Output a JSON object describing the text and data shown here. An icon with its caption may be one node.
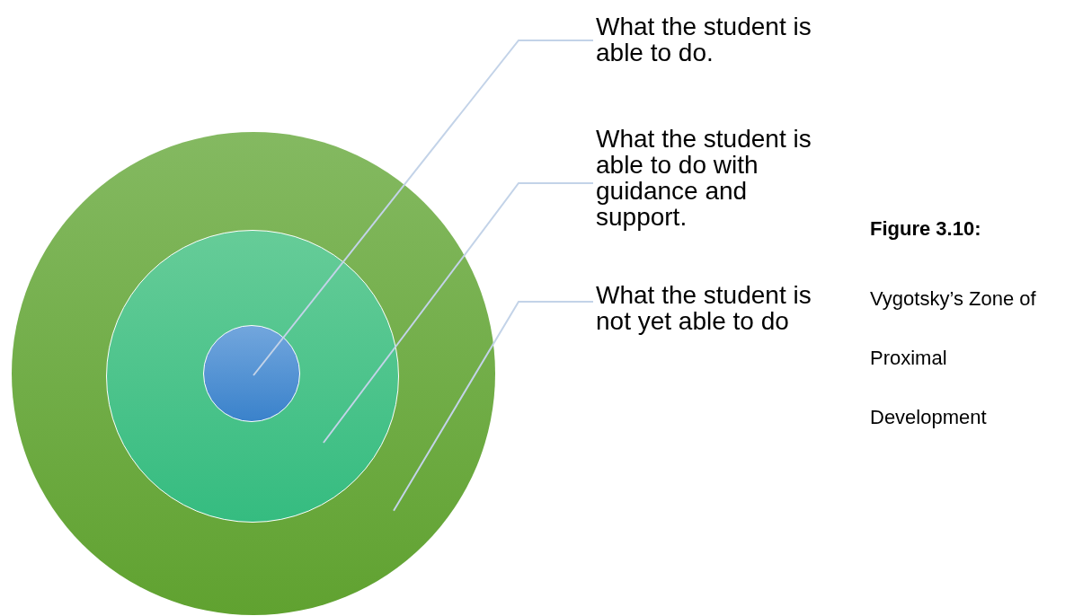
{
  "diagram": {
    "nodes": [
      {
        "text": [],
        "shape": "circle"
      },
      {
        "text": [],
        "shape": "circle",
        "in": 0
      },
      {
        "text": [],
        "shape": "circle",
        "in": 1
      },
      {
        "text": [
          "What the student is able to do."
        ]
      },
      {
        "text": [
          "What the student is able to do with guidance and support."
        ]
      },
      {
        "text": [
          "What the student is not yet able to do"
        ]
      }
    ],
    "edges": [
      {
        "from": 3,
        "to": 2,
        "arrow": "none"
      },
      {
        "from": 4,
        "to": 1,
        "arrow": "none"
      },
      {
        "from": 5,
        "to": 0,
        "arrow": "none"
      }
    ],
    "labels": [
      "Figure 3.10:",
      "Vygotsky’s Zone of Proximal Development"
    ]
  }
}
